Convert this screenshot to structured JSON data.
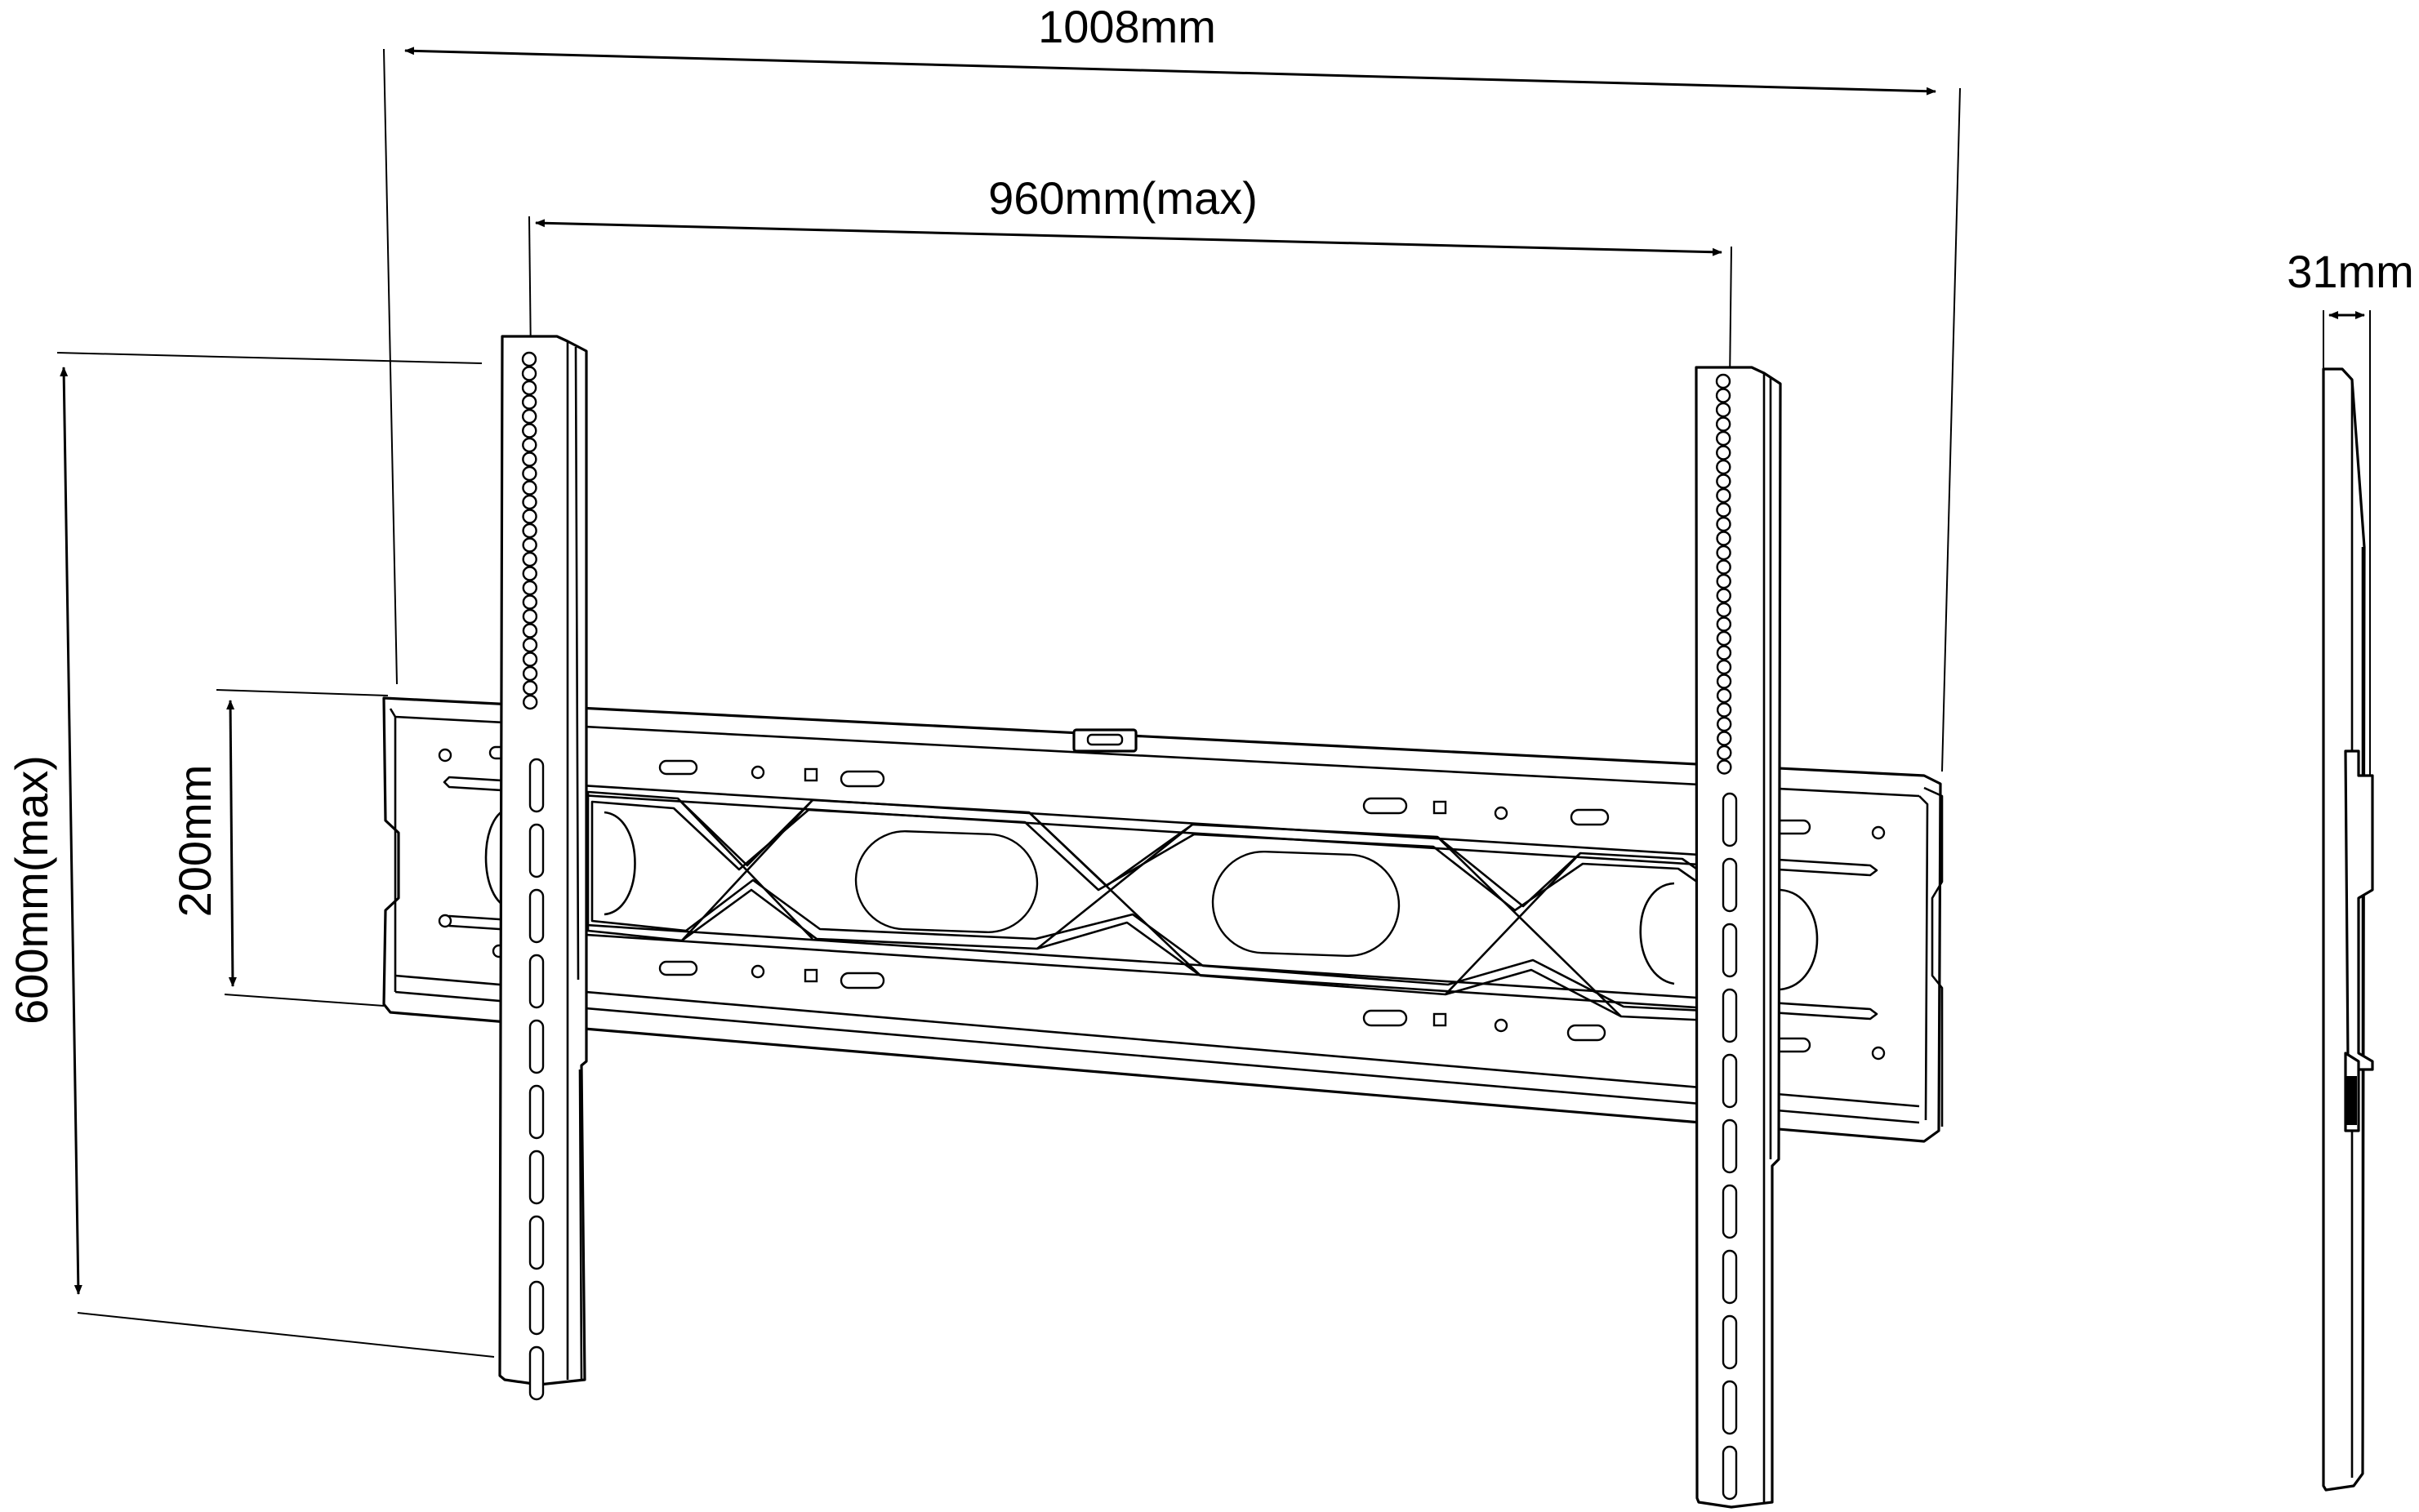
{
  "diagram": {
    "dimensions": {
      "overall_width": "1008mm",
      "vesa_width_max": "960mm(max)",
      "depth": "31mm",
      "vesa_height_max": "600mm(max)",
      "rail_height": "200mm"
    },
    "colors": {
      "stroke": "#000000",
      "background": "#ffffff"
    }
  }
}
